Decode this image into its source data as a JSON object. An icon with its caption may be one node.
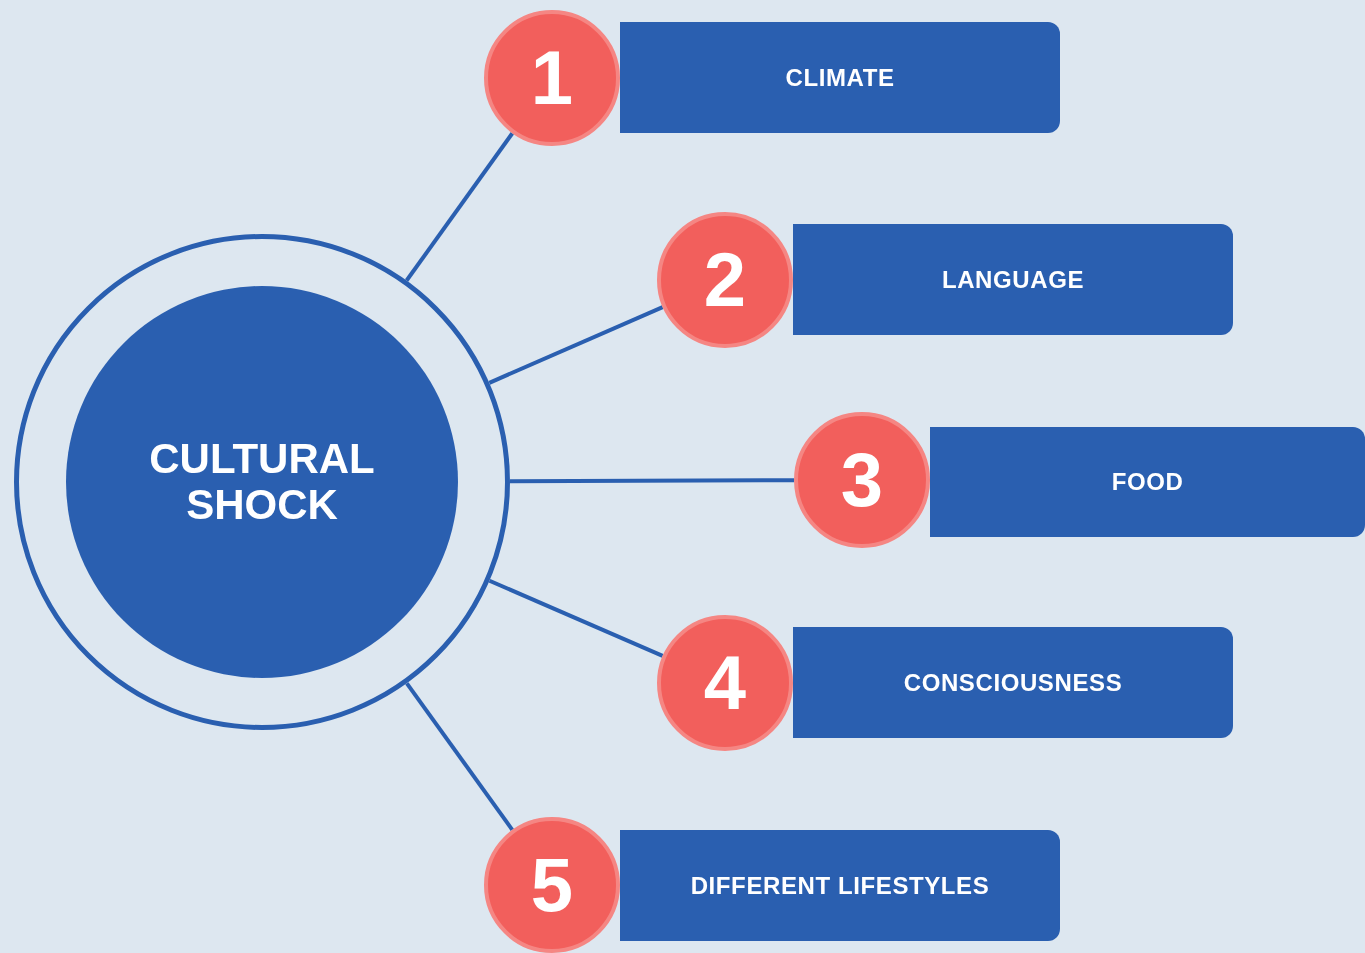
{
  "diagram": {
    "nodes": [
      {
        "text": [
          "CULTURAL SHOCK"
        ]
      },
      {
        "text": [
          "1"
        ]
      },
      {
        "text": [
          "CLIMATE"
        ]
      },
      {
        "text": [
          "2"
        ]
      },
      {
        "text": [
          "LANGUAGE"
        ]
      },
      {
        "text": [
          "3"
        ]
      },
      {
        "text": [
          "FOOD"
        ]
      },
      {
        "text": [
          "4"
        ]
      },
      {
        "text": [
          "CONSCIOUSNESS"
        ]
      },
      {
        "text": [
          "5"
        ]
      },
      {
        "text": [
          "DIFFERENT LIFESTYLES"
        ]
      }
    ],
    "edges": [
      {
        "from": 0,
        "to": 1,
        "arrow": "none"
      },
      {
        "from": 0,
        "to": 3,
        "arrow": "none"
      },
      {
        "from": 0,
        "to": 5,
        "arrow": "none"
      },
      {
        "from": 0,
        "to": 7,
        "arrow": "none"
      },
      {
        "from": 0,
        "to": 9,
        "arrow": "none"
      }
    ]
  }
}
